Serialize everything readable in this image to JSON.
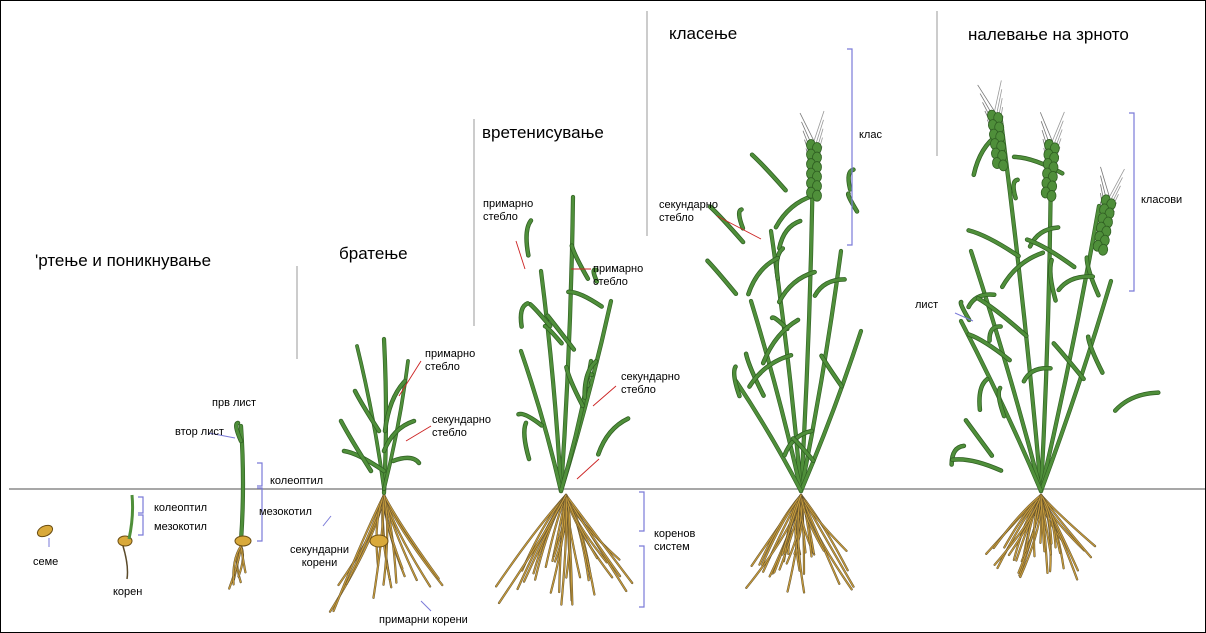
{
  "stages": [
    {
      "id": "germination",
      "title": "'ртење и поникнување"
    },
    {
      "id": "tillering",
      "title": "братење"
    },
    {
      "id": "stem-extension",
      "title": "вретенисување"
    },
    {
      "id": "heading",
      "title": "класење"
    },
    {
      "id": "grain-filling",
      "title": "налевање на зрното"
    }
  ],
  "labels": {
    "seed": "семе",
    "root": "корен",
    "coleoptile_1": "колеоптил",
    "mesocotyl_1": "мезокотил",
    "first_leaf": "прв лист",
    "second_leaf": "втор лист",
    "coleoptile_2": "колеоптил",
    "mesocotyl_2": "мезокотил",
    "primary_stem_1": "примарно\nстебло",
    "secondary_stem_1": "секундарно\nстебло",
    "secondary_roots": "секундарни\nкорени",
    "primary_roots": "примарни корени",
    "primary_stem_2": "примарно\nстебло",
    "primary_stem_3": "примарно\nстебло",
    "secondary_stem_2": "секундарно\nстебло",
    "root_system": "коренов\nсистем",
    "secondary_stem_3": "секундарно\nстебло",
    "spike": "клас",
    "leaf": "лист",
    "spikes": "класови"
  },
  "colors": {
    "leaf": "#4f8f3a",
    "leaf_dark": "#2f5e22",
    "root": "#c49a3c",
    "root_dark": "#5a4a2a",
    "bracket": "#7a7ad8",
    "pointer": "#cc2222",
    "divider": "#9a9a9a"
  }
}
